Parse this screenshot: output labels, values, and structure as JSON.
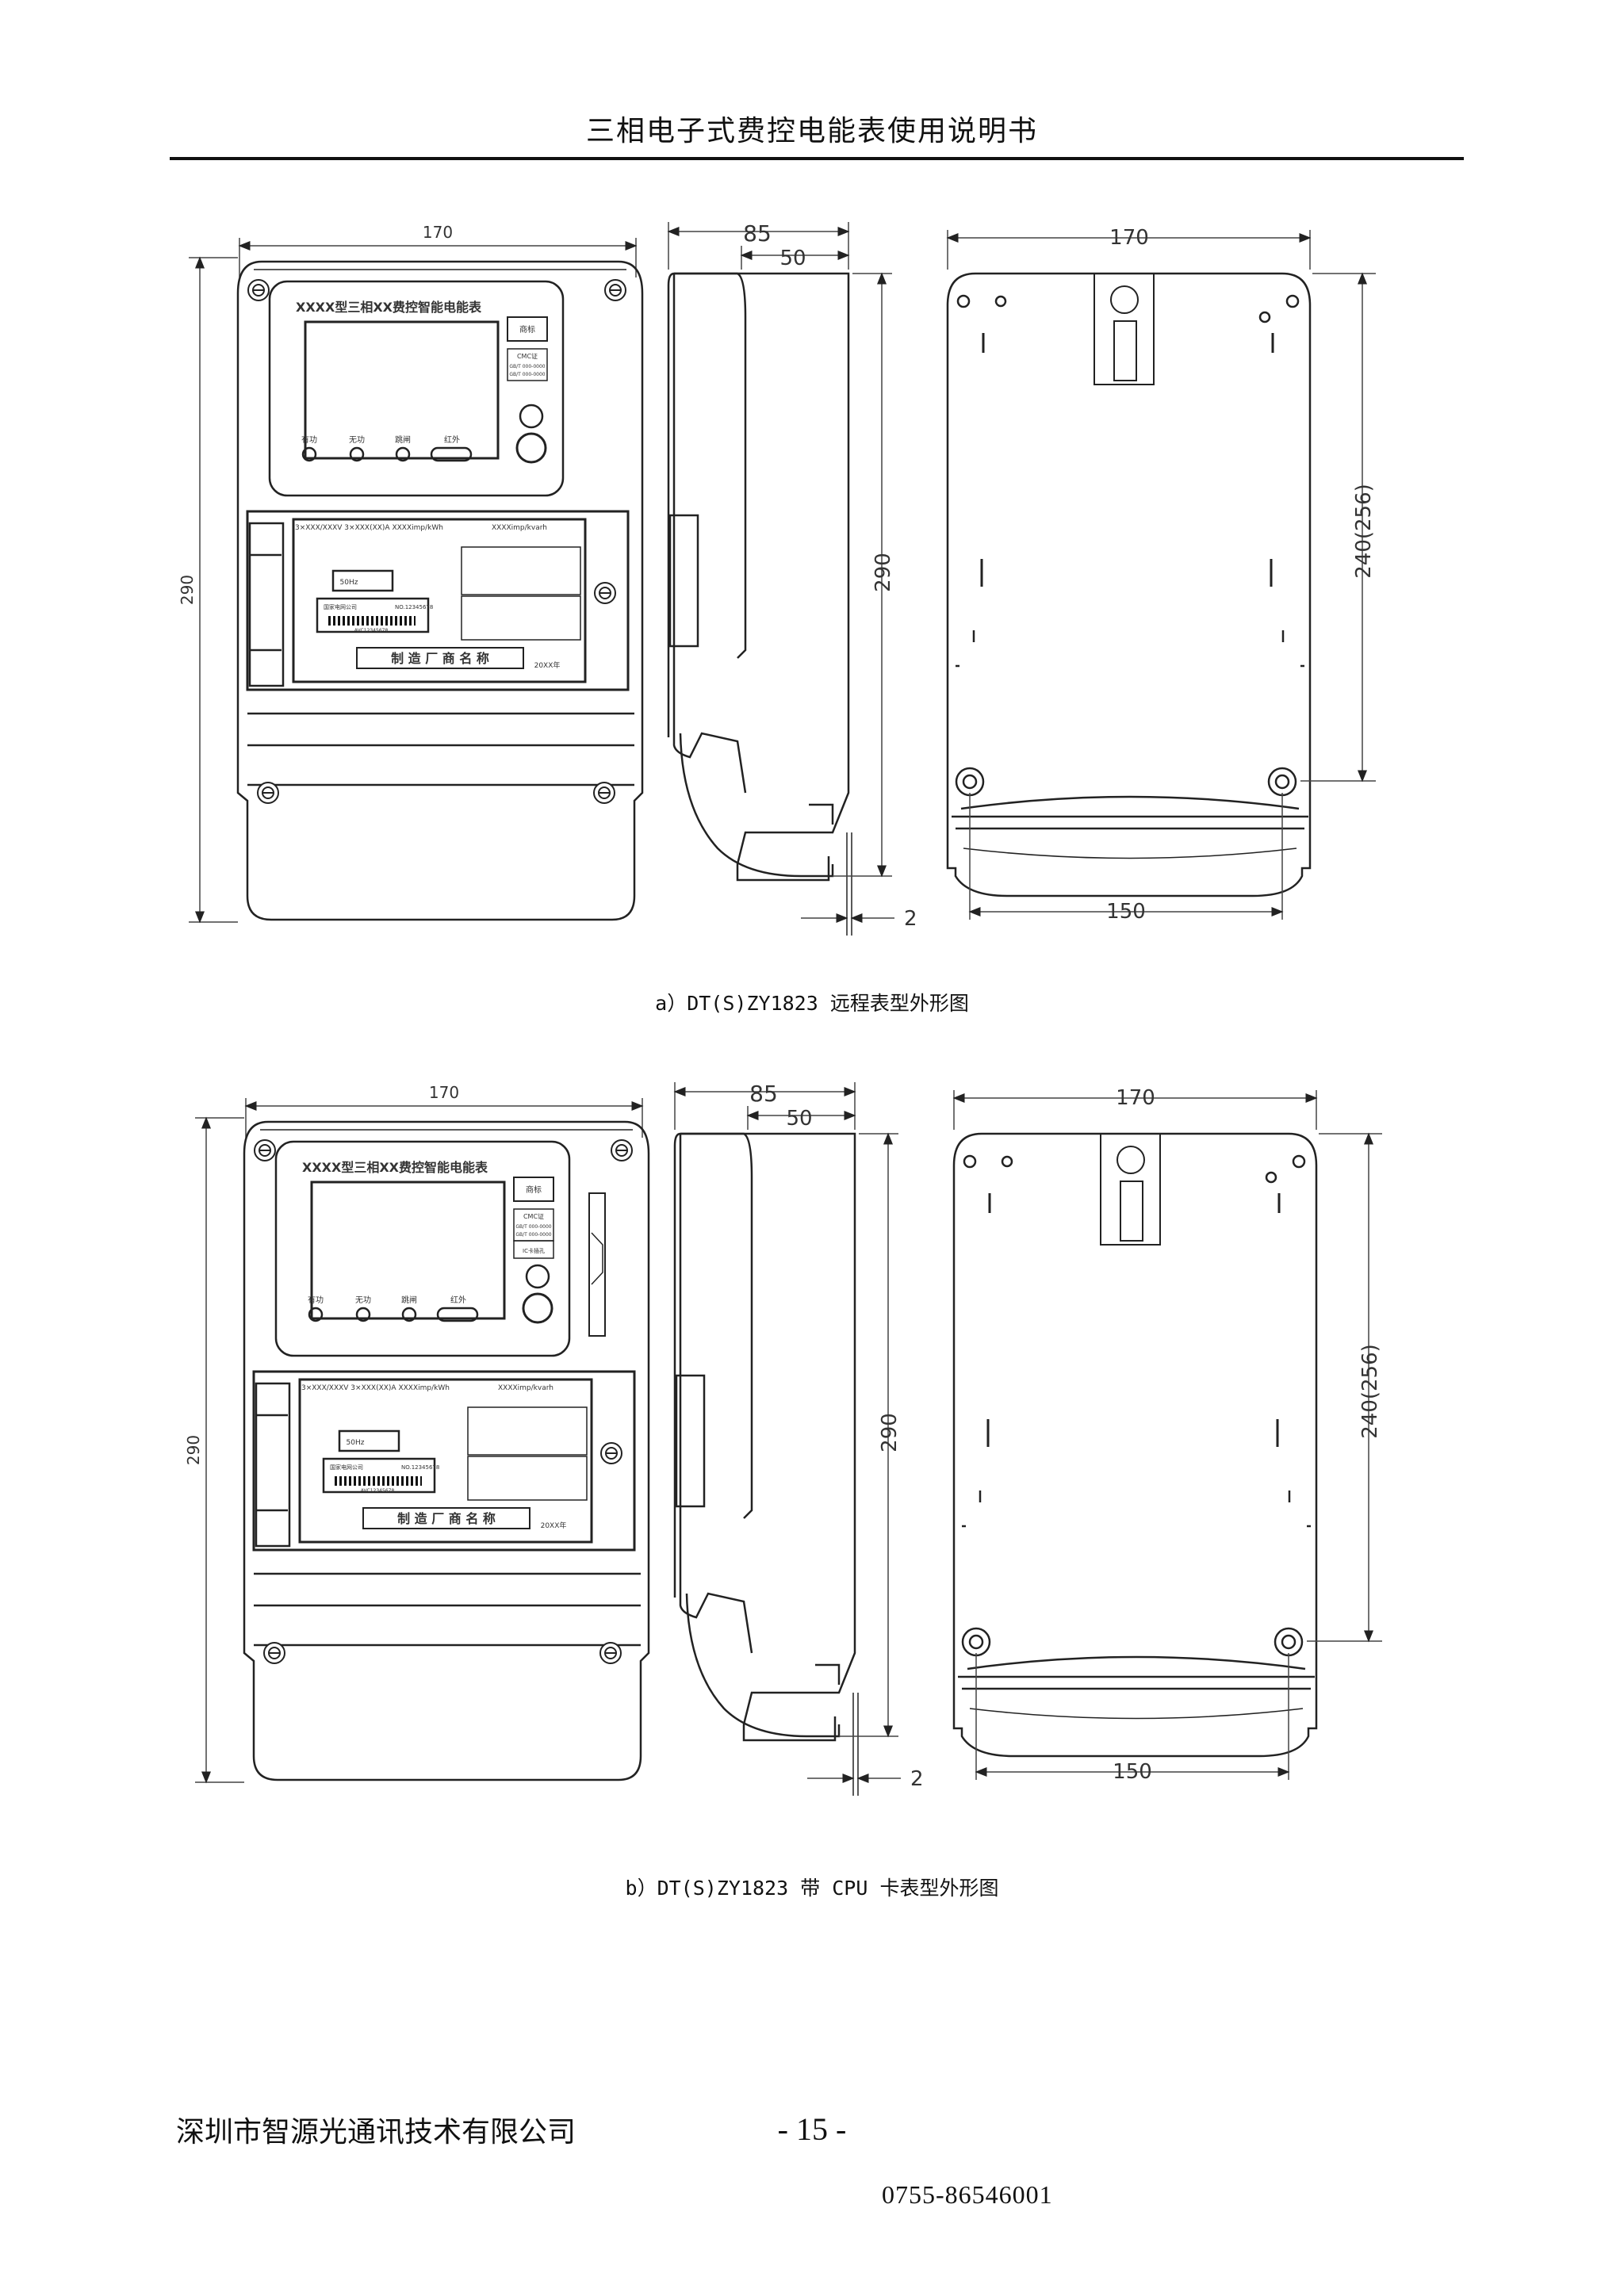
{
  "header": {
    "title": "三相电子式费控电能表使用说明书"
  },
  "figure_a": {
    "caption": "a）DT(S)ZY1823 远程表型外形图",
    "dims": {
      "front_width": "170",
      "front_height": "290",
      "side_depth": "85",
      "side_inner": "50",
      "side_height": "290",
      "side_offset": "2",
      "back_width": "170",
      "back_height": "240(256)",
      "back_bottom": "150"
    },
    "faceplate": {
      "model": "XXXX型三相XX费控智能电能表",
      "brand": "商标",
      "cmc": "CMC证",
      "std1": "GB/T 000-0000",
      "std2": "GB/T 000-0000",
      "ind1": "有功",
      "ind2": "无功",
      "ind3": "跳闸",
      "ind4": "红外",
      "rating": "3×XXX/XXXV  3×XXX(XX)A  XXXXimp/kWh",
      "rating2": "XXXXimp/kvarh",
      "freq": "50Hz",
      "net": "国家电网公司",
      "serial": "NO.12345678",
      "barcode": "AVC12345678",
      "maker": "制 造 厂 商 名 称",
      "year": "20XX年"
    }
  },
  "figure_b": {
    "caption": "b）DT(S)ZY1823 带 CPU 卡表型外形图",
    "dims": {
      "front_width": "170",
      "front_height": "290",
      "side_depth": "85",
      "side_inner": "50",
      "side_height": "290",
      "side_offset": "2",
      "back_width": "170",
      "back_height": "240(256)",
      "back_bottom": "150"
    },
    "faceplate": {
      "model": "XXXX型三相XX费控智能电能表",
      "brand": "商标",
      "cmc": "CMC证",
      "std1": "GB/T 000-0000",
      "std2": "GB/T 000-0000",
      "card": "IC卡插孔",
      "ind1": "有功",
      "ind2": "无功",
      "ind3": "跳闸",
      "ind4": "红外",
      "rating": "3×XXX/XXXV  3×XXX(XX)A  XXXXimp/kWh",
      "rating2": "XXXXimp/kvarh",
      "freq": "50Hz",
      "net": "国家电网公司",
      "serial": "NO.12345678",
      "barcode": "AVC12345678",
      "maker": "制 造 厂 商 名 称",
      "year": "20XX年"
    }
  },
  "footer": {
    "company": "深圳市智源光通讯技术有限公司",
    "page": "- 15 -",
    "phone": "0755-86546001"
  }
}
